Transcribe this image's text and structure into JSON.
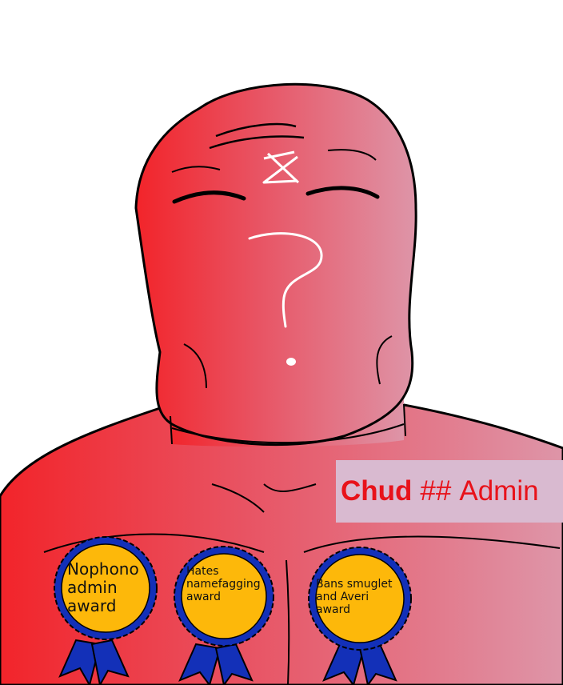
{
  "name_tag": {
    "name": "Chud",
    "separator": "##",
    "role": "Admin"
  },
  "awards": [
    {
      "label": "Nophono\nadmin\naward"
    },
    {
      "label": "Hates\nnamefagging\naward"
    },
    {
      "label": "Bans smuglet\nand Averi\naward"
    }
  ],
  "face": {
    "forehead_mark": "⨯",
    "expression_mark": "?"
  },
  "colors": {
    "skin_left": "#f2242a",
    "skin_right": "#de95a8",
    "rosette_fill": "#fdb80a",
    "ribbon": "#1330b8",
    "tag_bg": "#d9bad0",
    "tag_text": "#e8121a"
  }
}
